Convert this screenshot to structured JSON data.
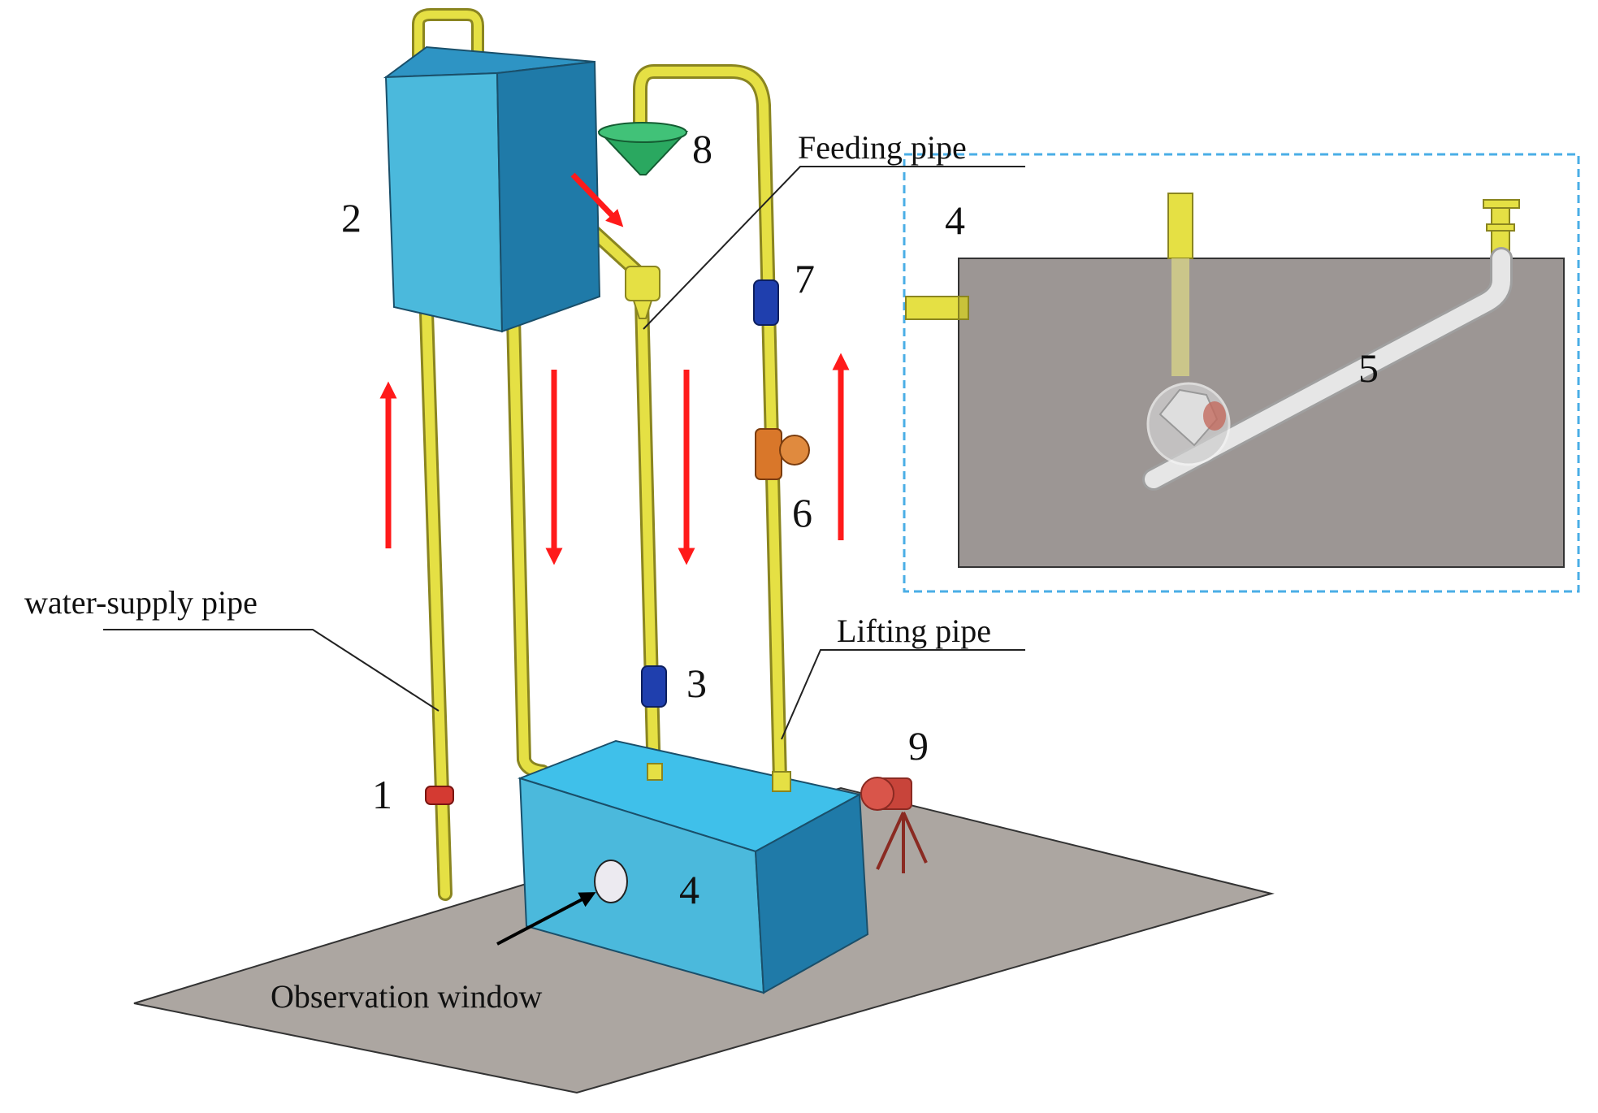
{
  "labels": {
    "n1": "1",
    "n2": "2",
    "n3": "3",
    "n4": "4",
    "n4_inset": "4",
    "n5": "5",
    "n6": "6",
    "n7": "7",
    "n8": "8",
    "n9": "9",
    "feeding_pipe": "Feeding pipe",
    "water_supply_pipe": "water-supply pipe",
    "lifting_pipe": "Lifting pipe",
    "observation_window": "Observation window"
  },
  "colors": {
    "pipe": "#e5e044",
    "tank_front": "#4bb9dc",
    "tank_side": "#1f7aa8",
    "tank_top": "#3fc0ea",
    "floor": "#aca6a1",
    "flow_arrow": "#ff1a1a",
    "valve": "#1f3fae",
    "gauge": "#d9772a",
    "hopper": "#2aa860",
    "camera": "#c8443a",
    "inset_border": "#4aaee6",
    "inset_panel": "#9c9694"
  },
  "icons": {
    "flow": "red-arrow-icon",
    "valve": "valve-icon",
    "camera": "camera-icon",
    "hopper": "hopper-icon",
    "gauge": "gauge-icon"
  }
}
